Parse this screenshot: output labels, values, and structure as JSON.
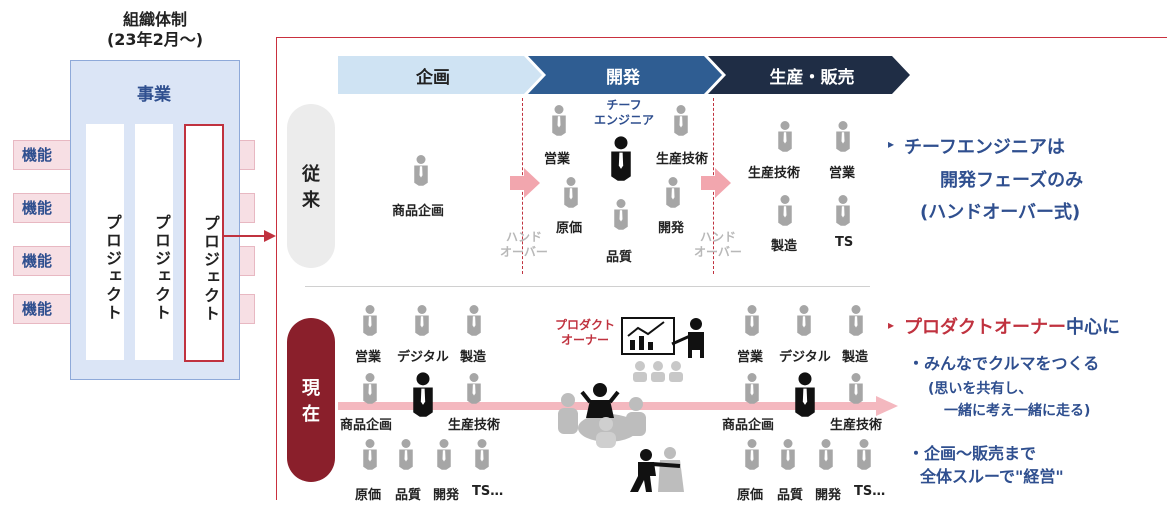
{
  "org": {
    "title_line1": "組織体制",
    "title_line2": "(23年2月〜)",
    "business_label": "事業",
    "function_labels": [
      "機能",
      "機能",
      "機能",
      "機能"
    ],
    "project_labels": [
      "プロジェクト",
      "プロジェクト",
      "プロジェクト"
    ]
  },
  "phases": [
    "企画",
    "開発",
    "生産・販売"
  ],
  "before": {
    "label_line1": "従",
    "label_line2": "来",
    "roles": {
      "planning": "商品企画",
      "dev_sales": "営業",
      "dev_prodtech": "生産技術",
      "dev_cost": "原価",
      "dev_dev": "開発",
      "dev_quality": "品質",
      "chief_line1": "チーフ",
      "chief_line2": "エンジニア",
      "mfg_prodtech": "生産技術",
      "mfg_sales": "営業",
      "mfg_manufacturing": "製造",
      "mfg_ts": "TS"
    },
    "handover_line1": "ハンド",
    "handover_line2": "オーバー",
    "message_line1": "チーフエンジニアは",
    "message_line2": "開発フェーズのみ",
    "message_line3": "(ハンドオーバー式)"
  },
  "after": {
    "label_line1": "現",
    "label_line2": "在",
    "po_line1": "プロダクト",
    "po_line2": "オーナー",
    "left_group": {
      "top": [
        "営業",
        "デジタル",
        "製造"
      ],
      "mid_left": "商品企画",
      "mid_right": "生産技術",
      "bottom": [
        "原価",
        "品質",
        "開発",
        "TS…"
      ]
    },
    "right_group": {
      "top": [
        "営業",
        "デジタル",
        "製造"
      ],
      "mid_left": "商品企画",
      "mid_right": "生産技術",
      "bottom": [
        "原価",
        "品質",
        "開発",
        "TS…"
      ]
    },
    "headline_red": "プロダクトオーナー",
    "headline_blue": "中心に",
    "bullet1": "・みんなでクルマをつくる",
    "bullet1_sub1": "(思いを共有し、",
    "bullet1_sub2": "一緒に考え一緒に走る)",
    "bullet2_line1": "・企画〜販売まで",
    "bullet2_line2": "全体スルーで\"経営\""
  },
  "colors": {
    "phase_light": "#cfe3f3",
    "phase_mid": "#2f5d92",
    "phase_dark": "#1f2d45",
    "accent_red": "#c0323f",
    "accent_blue": "#2f4f8f",
    "person_gray": "#a6a6a6",
    "person_black": "#111111"
  }
}
